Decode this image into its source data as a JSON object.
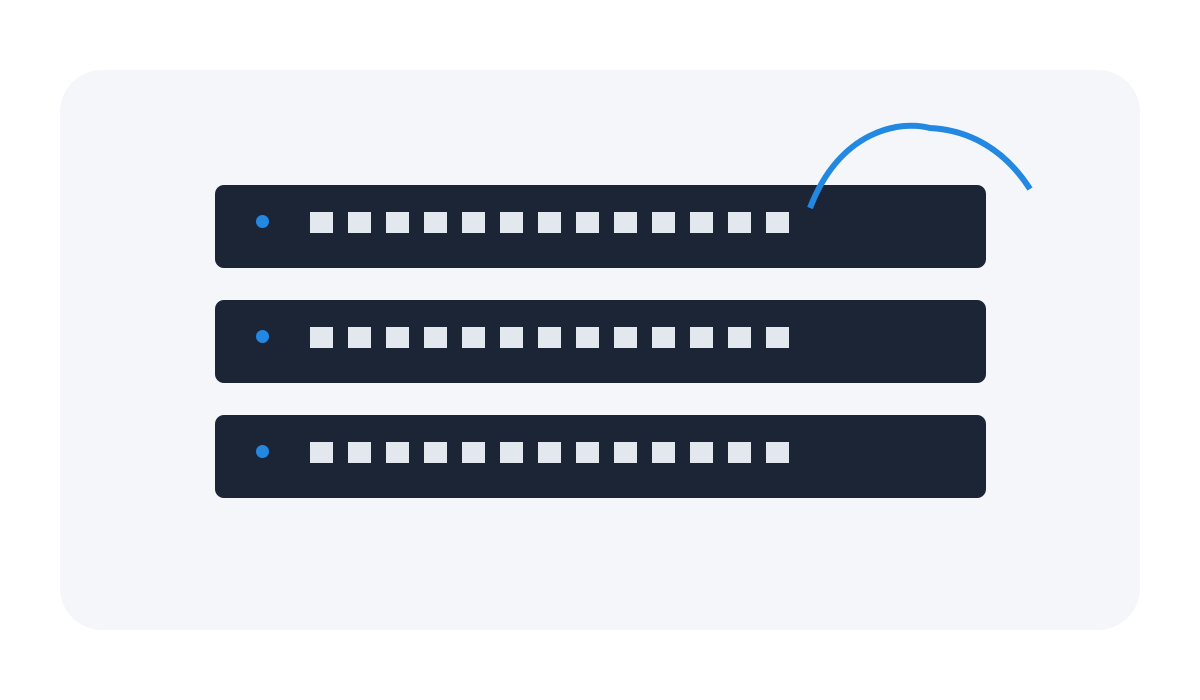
{
  "illustration": {
    "colors": {
      "background": "#ffffff",
      "panel": "#f4f6fa",
      "rack_unit": "#1b2535",
      "status_led": "#2388e2",
      "port": "#e2e8ee",
      "cable": "#2388e2"
    },
    "rack_units": [
      {
        "unit": 1,
        "status_led": "on",
        "port_count": 13
      },
      {
        "unit": 2,
        "status_led": "on",
        "port_count": 13
      },
      {
        "unit": 3,
        "status_led": "on",
        "port_count": 13
      }
    ],
    "icons": [
      "server-rack-icon",
      "network-cable-icon",
      "status-led-icon",
      "network-port-icon"
    ]
  }
}
